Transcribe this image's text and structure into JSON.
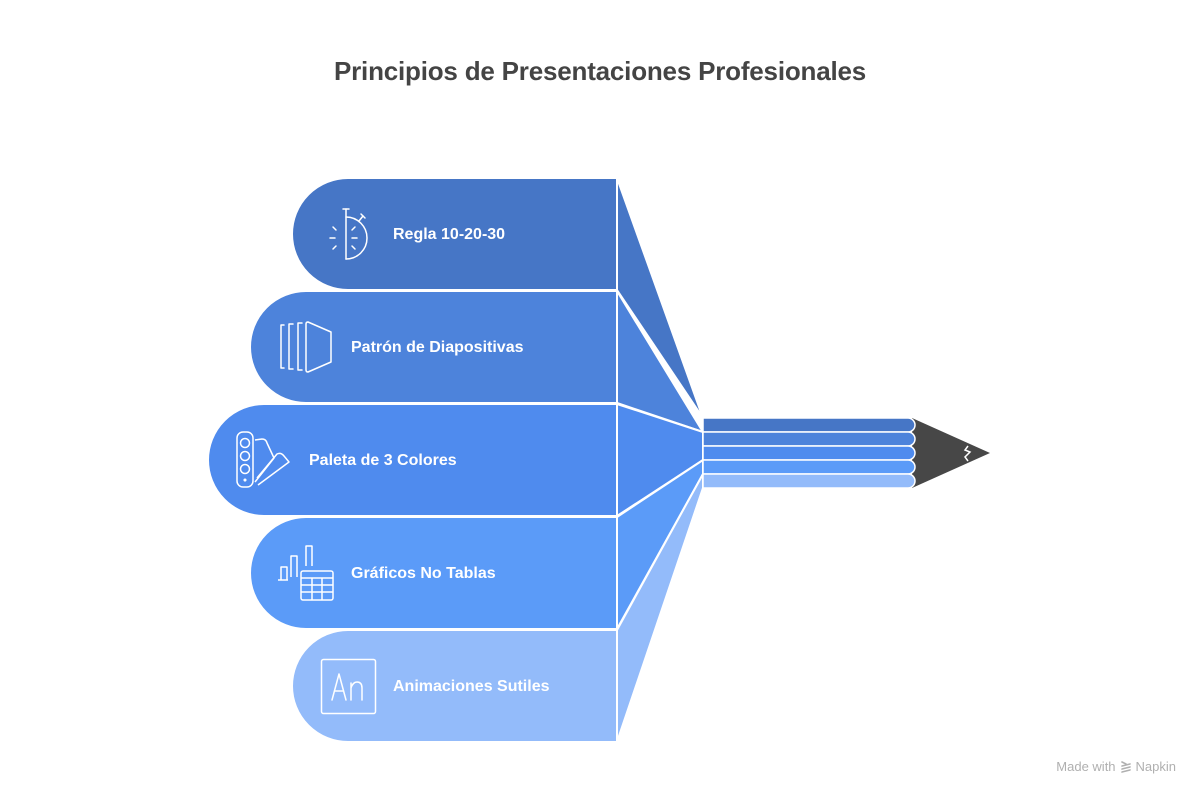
{
  "title": "Principios de Presentaciones Profesionales",
  "colors": {
    "item1": "#4676C6",
    "item2": "#4D83DB",
    "item3": "#4F8BEE",
    "item4": "#5B9BF8",
    "item5": "#93BBFA",
    "pencil_tip": "#474747",
    "title_text": "#444444",
    "watermark_text": "#B0B0B0"
  },
  "items": [
    {
      "label": "Regla 10-20-30",
      "icon": "stopwatch-icon"
    },
    {
      "label": "Patrón de Diapositivas",
      "icon": "slides-stack-icon"
    },
    {
      "label": "Paleta de 3 Colores",
      "icon": "color-palette-icon"
    },
    {
      "label": "Gráficos No Tablas",
      "icon": "chart-table-icon"
    },
    {
      "label": "Animaciones Sutiles",
      "icon": "text-animation-icon"
    }
  ],
  "watermark": {
    "prefix": "Made with",
    "brand": "Napkin"
  }
}
